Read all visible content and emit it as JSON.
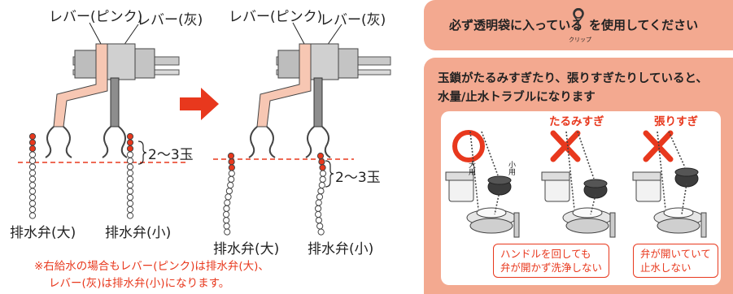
{
  "left": {
    "lever_pink": "レバー(ピンク)",
    "lever_gray": "レバー(灰)",
    "count": "2〜3玉",
    "valve_large": "排水弁(大)",
    "valve_small": "排水弁(小)"
  },
  "right": {
    "lever_pink": "レバー(ピンク)",
    "lever_gray": "レバー(灰)",
    "count": "2〜3玉",
    "valve_large": "排水弁(大)",
    "valve_small": "排水弁(小)"
  },
  "note": {
    "line1": "※右給水の場合もレバー(ピンク)は排水弁(大)、",
    "line2": "レバー(灰)は排水弁(小)になります。"
  },
  "banner": {
    "text_before": "必ず透明袋に入っている",
    "text_after": "を使用してください",
    "clip_label": "クリップ"
  },
  "panel": {
    "heading_line1": "玉鎖がたるみすぎたり、張りすぎたりしていると、",
    "heading_line2": "水量/止水トラブルになります",
    "col_slack": "たるみすぎ",
    "col_tight": "張りすぎ",
    "tank_large": "大用",
    "tank_small": "小用",
    "callout_slack_line1": "ハンドルを回しても",
    "callout_slack_line2": "弁が開かず洗浄しない",
    "callout_tight_line1": "弁が開いていて",
    "callout_tight_line2": "止水しない"
  },
  "colors": {
    "accent_red": "#e8381d",
    "pink_lever": "#f7c7b3",
    "banner_bg": "#f3a990"
  }
}
